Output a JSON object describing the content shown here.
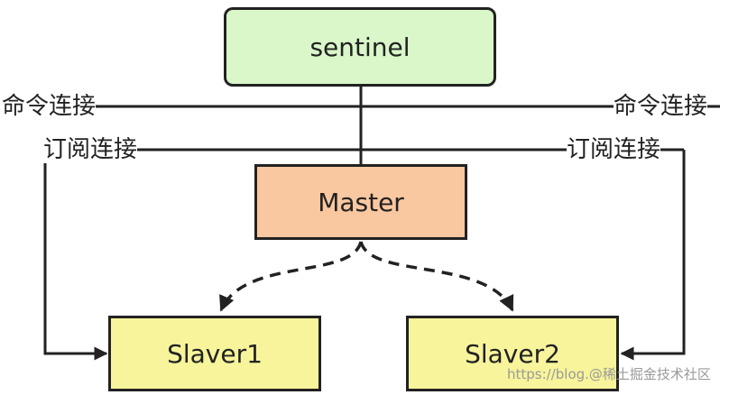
{
  "nodes": {
    "sentinel": {
      "label": "sentinel",
      "fill": "#d9f7c9"
    },
    "master": {
      "label": "Master",
      "fill": "#f9c7a0"
    },
    "slave1": {
      "label": "Slaver1",
      "fill": "#f7f49b"
    },
    "slave2": {
      "label": "Slaver2",
      "fill": "#f7f49b"
    }
  },
  "labels": {
    "command_left": "命令连接",
    "command_right": "命令连接",
    "subscribe_left": "订阅连接",
    "subscribe_right": "订阅连接"
  },
  "watermark": "https://blog.@稀土掘金技术社区",
  "colors": {
    "line": "#222222",
    "background": "#ffffff"
  }
}
